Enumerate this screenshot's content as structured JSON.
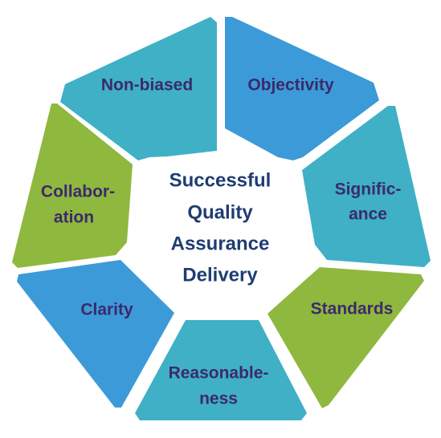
{
  "center": {
    "lines": [
      "Successful",
      "Quality",
      "Assurance",
      "Delivery"
    ]
  },
  "segments": [
    {
      "id": "non-biased",
      "lines": [
        "Non-biased"
      ],
      "color": "#3fb0c6"
    },
    {
      "id": "objectivity",
      "lines": [
        "Objectivity"
      ],
      "color": "#3d9ad8"
    },
    {
      "id": "significance",
      "lines": [
        "Signific-",
        "ance"
      ],
      "color": "#3fb0c6"
    },
    {
      "id": "standards",
      "lines": [
        "Standards"
      ],
      "color": "#8fb83e"
    },
    {
      "id": "reasonableness",
      "lines": [
        "Reasonable-",
        "ness"
      ],
      "color": "#3fb0c6"
    },
    {
      "id": "clarity",
      "lines": [
        "Clarity"
      ],
      "color": "#3d9ad8"
    },
    {
      "id": "collaboration",
      "lines": [
        "Collabor-",
        "ation"
      ],
      "color": "#8fb83e"
    }
  ]
}
